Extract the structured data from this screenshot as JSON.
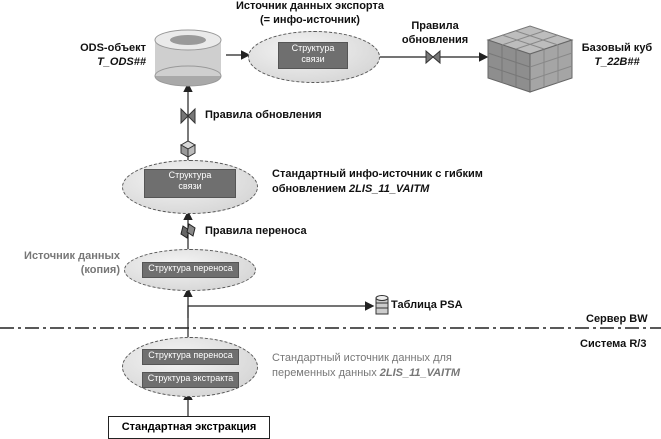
{
  "export_source": {
    "title": "Источник данных экспорта",
    "subtitle": "(= инфо-источник)",
    "box": [
      "Структура",
      "связи"
    ]
  },
  "ods": {
    "label": "ODS-объект",
    "id": "T_ODS##"
  },
  "top_rules": {
    "line1": "Правила",
    "line2": "обновления"
  },
  "cube": {
    "label": "Базовый куб",
    "id": "T_22B##"
  },
  "update_rules": {
    "label": "Правила обновления"
  },
  "infosource": {
    "box": [
      "Структура",
      "связи"
    ],
    "line1": "Стандартный инфо-источник с гибким",
    "line2_prefix": "обновлением",
    "line2_id": "2LIS_11_VAITM"
  },
  "transfer_rules": {
    "label": "Правила переноса"
  },
  "datasource_copy": {
    "line1": "Источник данных",
    "line2": "(копия)",
    "box": "Структура переноса"
  },
  "psa": {
    "label": "Таблица PSA"
  },
  "bw_server": {
    "label": "Сервер BW"
  },
  "r3_system": {
    "label": "Система R/3"
  },
  "r3_datasource": {
    "box1": "Структура переноса",
    "box2": "Структура экстракта",
    "line1": "Стандартный источник данных для",
    "line2_prefix": "переменных данных",
    "line2_id": "2LIS_11_VAITM"
  },
  "extraction": {
    "label": "Стандартная экстракция"
  }
}
